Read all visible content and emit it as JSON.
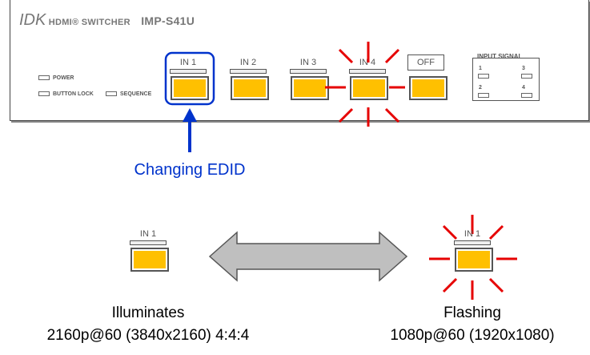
{
  "panel": {
    "logo": "IDK",
    "product": "HDMI® SWITCHER",
    "model": "IMP-S41U",
    "led_labels": [
      "POWER",
      "BUTTON LOCK",
      "SEQUENCE"
    ],
    "inputs": [
      "IN 1",
      "IN 2",
      "IN 3",
      "IN 4"
    ],
    "off_label": "OFF",
    "input_signal": {
      "title": "INPUT SIGNAL",
      "numbers": [
        "1",
        "3",
        "2",
        "4"
      ]
    }
  },
  "annotation": {
    "text": "Changing EDID",
    "color": "#0033cc"
  },
  "legend": {
    "left_button": "IN 1",
    "right_button": "IN 1",
    "left_state": "Illuminates",
    "left_format": "2160p@60 (3840x2160) 4:4:4",
    "right_state": "Flashing",
    "right_format": "1080p@60 (1920x1080)"
  },
  "colors": {
    "button_lit": "#ffc000",
    "flash_ray": "#e60000",
    "highlight": "#0033cc",
    "arrow_fill": "#bfbfbf"
  }
}
